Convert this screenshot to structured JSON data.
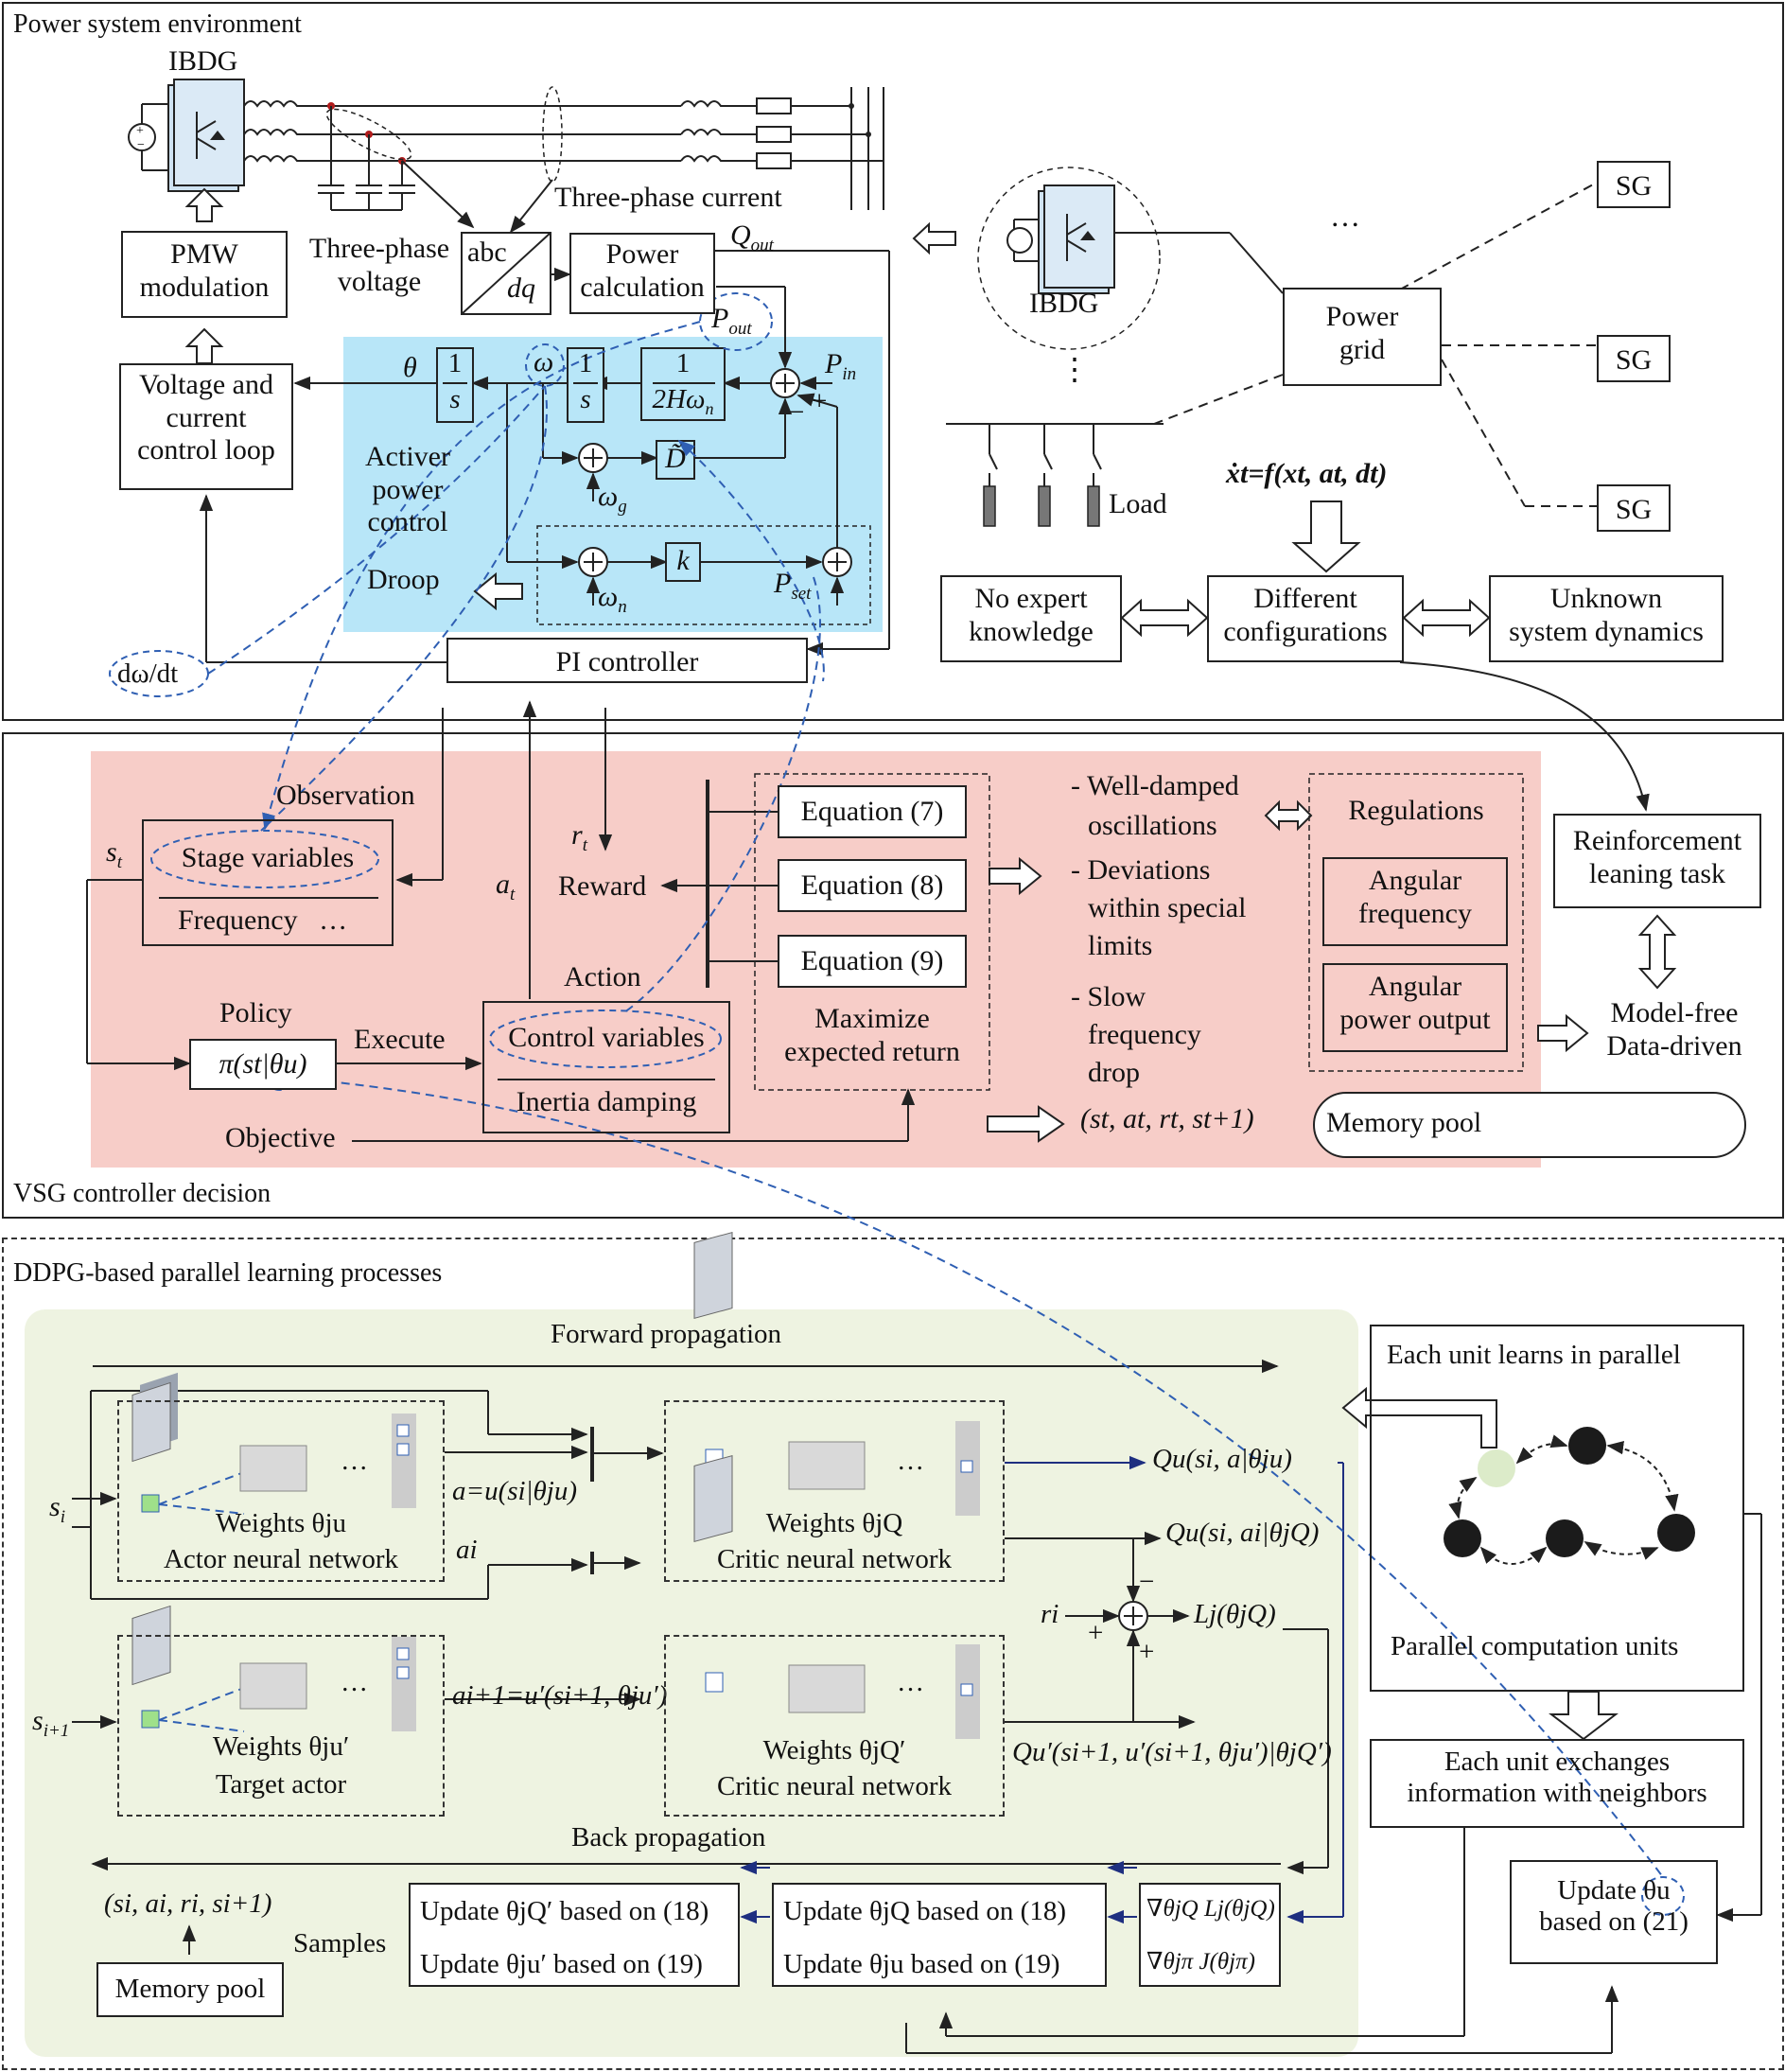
{
  "sections": {
    "power_system": "Power system environment",
    "vsg_decision": "VSG controller decision",
    "ddpg": "DDPG-based parallel learning processes"
  },
  "power_system": {
    "ibdg_label": "IBDG",
    "three_phase_current": "Three-phase current",
    "three_phase_voltage": [
      "Three-phase",
      "voltage"
    ],
    "pmw": [
      "PMW",
      "modulation"
    ],
    "vcl": [
      "Voltage and",
      "current",
      "control loop"
    ],
    "abc": "abc",
    "dq": "dq",
    "power_calc": [
      "Power",
      "calculation"
    ],
    "q_out": "Q",
    "q_out_sub": "out",
    "p_out": "P",
    "p_out_sub": "out",
    "p_in": "P",
    "p_in_sub": "in",
    "theta": "θ",
    "omega": "ω",
    "omega_g": "ω",
    "omega_g_sub": "g",
    "omega_n": "ω",
    "omega_n_sub": "n",
    "one_over_s": "1",
    "s": "s",
    "inertia_num": "1",
    "inertia_den": "2Hω",
    "inertia_den_sub": "n",
    "d_tilde": "D̃",
    "k": "k",
    "p_set": "P",
    "p_set_sub": "set",
    "active_power": [
      "Activer",
      "power",
      "control"
    ],
    "droop": "Droop",
    "pi_controller": "PI controller",
    "dw_dt": "dω/dt",
    "ibdg_right": "IBDG",
    "power_grid": [
      "Power",
      "grid"
    ],
    "sg": [
      "SG",
      "SG",
      "SG"
    ],
    "ellipsis": "…",
    "vdots": "⋮",
    "load": "Load",
    "state_eq": "ẋt=f(xt, at, dt)",
    "no_expert": [
      "No expert",
      "knowledge"
    ],
    "diff_config": [
      "Different",
      "configurations"
    ],
    "unknown_dyn": [
      "Unknown",
      "system dynamics"
    ]
  },
  "vsg": {
    "observation": "Observation",
    "st": "s",
    "st_sub": "t",
    "stage_vars": "Stage variables",
    "frequency": "Frequency",
    "dots": "…",
    "rt": "r",
    "rt_sub": "t",
    "reward": "Reward",
    "at": "a",
    "at_sub": "t",
    "action": "Action",
    "policy": "Policy",
    "pi": "π(st|θu)",
    "execute": "Execute",
    "control_vars": "Control variables",
    "inertia_damping": "Inertia damping",
    "objective": "Objective",
    "equations": [
      "Equation (7)",
      "Equation (8)",
      "Equation (9)"
    ],
    "maximize": [
      "Maximize",
      "expected return"
    ],
    "bullets": [
      [
        "- Well-damped",
        "oscillations"
      ],
      [
        "- Deviations",
        "within special",
        "limits"
      ],
      [
        "- Slow",
        "frequency",
        "drop"
      ]
    ],
    "regulations": "Regulations",
    "angular_freq": [
      "Angular",
      "frequency"
    ],
    "angular_power": [
      "Angular",
      "power output"
    ],
    "rl_task": [
      "Reinforcement",
      "leaning task"
    ],
    "model_free": [
      "Model-free",
      "Data-driven"
    ],
    "memory_pool": "Memory pool",
    "transition": "(st, at, rt, st+1)"
  },
  "ddpg": {
    "forward": "Forward propagation",
    "back": "Back propagation",
    "si": "s",
    "si_sub": "i",
    "si1": "s",
    "si1_sub": "i+1",
    "weights_actor": "Weights θju",
    "actor_nn": "Actor neural network",
    "a_eq": "a=u(si|θju)",
    "ai": "ai",
    "weights_critic": "Weights θjQ",
    "critic_nn": "Critic neural network",
    "q1": "Qu(si, a|θju)",
    "q2": "Qu(si, ai|θjQ)",
    "ri": "ri",
    "lj": "Lj(θjQ)",
    "weights_target_actor": "Weights θju′",
    "target_actor": "Target actor",
    "a_next": "ai+1=u′(si+1, θju′)",
    "weights_target_critic": "Weights θjQ′",
    "critic_nn2": "Critic neural network",
    "q_next": "Qu′(si+1, u′(si+1, θju′)|θjQ′)",
    "samples_tuple": "(si, ai, ri, si+1)",
    "samples": "Samples",
    "memory_pool": "Memory pool",
    "update_q_prime": "Update θjQ′ based on (18)",
    "update_u_prime": "Update θju′ based on (19)",
    "update_q": "Update θjQ based on (18)",
    "update_u": "Update θju based on (19)",
    "grad_l": "∇θjQ Lj(θjQ)",
    "grad_j": "∇θjπ J(θjπ)",
    "each_unit_parallel": "Each unit learns in parallel",
    "parallel_units": "Parallel computation units",
    "exchange": [
      "Each unit exchanges",
      "information with neighbors"
    ],
    "update_theta": [
      "Update θu",
      "based on (21)"
    ],
    "plus": "+",
    "minus": "−",
    "ellipsis": "…"
  },
  "colors": {
    "blue_panel": "#b8e6f8",
    "pink_panel": "#f7cdc8",
    "green_panel": "#eef3e1",
    "dashed_link": "#2f5fb3",
    "navy_arrow": "#1e2f80",
    "node_dark": "#1b1b1b",
    "node_light": "#dcebc9"
  }
}
